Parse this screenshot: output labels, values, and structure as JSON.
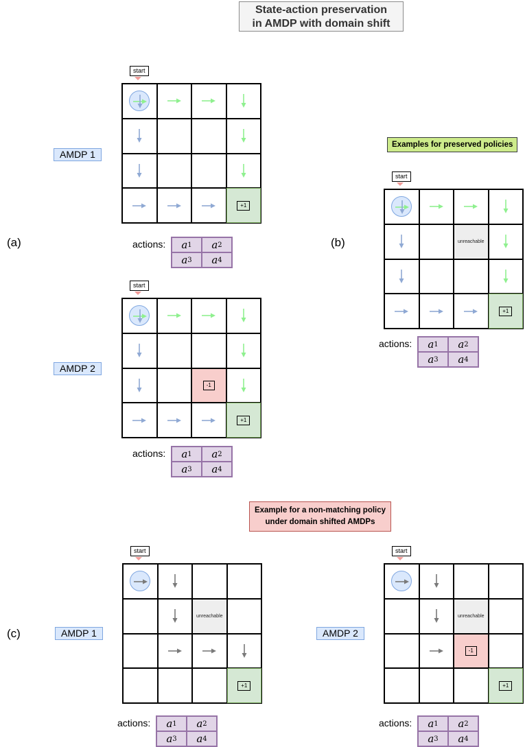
{
  "title": [
    "State-action preservation",
    "in AMDP with domain shift"
  ],
  "panel_letters": {
    "a": "(a)",
    "b": "(b)",
    "c": "(c)"
  },
  "labels": {
    "amdp1": "AMDP 1",
    "amdp2": "AMDP 2"
  },
  "notes": {
    "preserved": "Examples for preserved policies",
    "nonmatching": [
      "Example for a non-matching policy",
      "under domain shifted AMDPs"
    ]
  },
  "start_label": "start",
  "cell_texts": {
    "reward_pos": "+1",
    "reward_neg": "-1",
    "unreachable": "unreachable"
  },
  "actions_label": "actions:",
  "actions": [
    {
      "v": "a",
      "s": "1"
    },
    {
      "v": "a",
      "s": "2"
    },
    {
      "v": "a",
      "s": "3"
    },
    {
      "v": "a",
      "s": "4"
    }
  ],
  "colors": {
    "blue_arrow": "#8fa9d4",
    "green_arrow": "#8ff08f",
    "gray_arrow": "#7a7a7a",
    "goal": "#d5e8d4",
    "bad": "#f8cecc",
    "label_bg": "#dae8fc"
  },
  "grids": {
    "a1": {
      "cells": [
        [
          "start",
          "green-right",
          "green-right",
          "green-down"
        ],
        [
          "blue-down",
          "",
          "",
          "green-down"
        ],
        [
          "blue-down",
          "",
          "",
          "green-down"
        ],
        [
          "blue-right",
          "blue-right",
          "blue-right",
          "goal"
        ]
      ]
    },
    "a2": {
      "cells": [
        [
          "start",
          "green-right",
          "green-right",
          "green-down"
        ],
        [
          "blue-down",
          "",
          "",
          "green-down"
        ],
        [
          "blue-down",
          "",
          "bad",
          "green-down"
        ],
        [
          "blue-right",
          "blue-right",
          "blue-right",
          "goal"
        ]
      ]
    },
    "b": {
      "cells": [
        [
          "start",
          "green-right",
          "green-right",
          "green-down"
        ],
        [
          "blue-down",
          "",
          "unreach",
          "green-down"
        ],
        [
          "blue-down",
          "",
          "",
          "green-down"
        ],
        [
          "blue-right",
          "blue-right",
          "blue-right",
          "goal"
        ]
      ]
    },
    "c1": {
      "cells": [
        [
          "start-gray",
          "gray-down",
          "",
          ""
        ],
        [
          "",
          "gray-down",
          "unreach",
          ""
        ],
        [
          "",
          "gray-right",
          "gray-right",
          "gray-down"
        ],
        [
          "",
          "",
          "",
          "goal"
        ]
      ]
    },
    "c2": {
      "cells": [
        [
          "start-gray",
          "gray-down",
          "",
          ""
        ],
        [
          "",
          "gray-down",
          "unreach",
          ""
        ],
        [
          "",
          "gray-right",
          "bad",
          ""
        ],
        [
          "",
          "",
          "",
          "goal"
        ]
      ]
    }
  }
}
